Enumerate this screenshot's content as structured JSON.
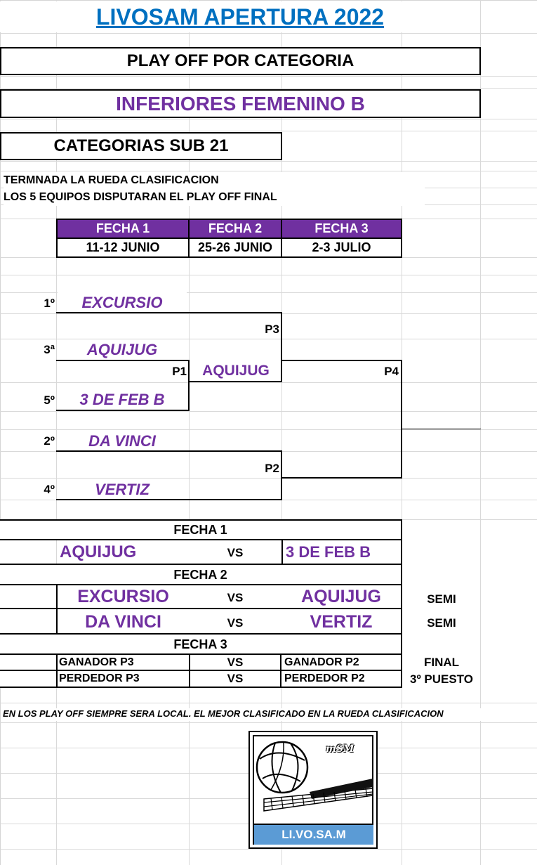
{
  "title": "LIVOSAM APERTURA 2022",
  "subtitle": "PLAY OFF POR CATEGORIA",
  "division": "INFERIORES FEMENINO B",
  "category": "CATEGORIAS SUB 21",
  "notes": [
    "TERMNADA LA RUEDA CLASIFICACION",
    "LOS 5 EQUIPOS DISPUTARAN EL PLAY OFF FINAL"
  ],
  "dates": {
    "headers": [
      "FECHA 1",
      "FECHA 2",
      "FECHA 3"
    ],
    "values": [
      "11-12 JUNIO",
      "25-26 JUNIO",
      "2-3 JULIO"
    ]
  },
  "bracket": {
    "seeds": [
      {
        "pos": "1º",
        "team": "EXCURSIO"
      },
      {
        "pos": "3ª",
        "team": "AQUIJUG"
      },
      {
        "pos": "5º",
        "team": "3 DE FEB B"
      },
      {
        "pos": "2º",
        "team": "DA VINCI"
      },
      {
        "pos": "4º",
        "team": "VERTIZ"
      }
    ],
    "p1": "P1",
    "p1_winner": "AQUIJUG",
    "p2": "P2",
    "p3": "P3",
    "p4": "P4"
  },
  "schedule": {
    "fecha1": {
      "label": "FECHA 1",
      "home": "AQUIJUG",
      "vs": "VS",
      "away": "3 DE FEB B"
    },
    "fecha2": {
      "label": "FECHA 2",
      "matches": [
        {
          "home": "EXCURSIO",
          "vs": "VS",
          "away": "AQUIJUG",
          "tag": "SEMI"
        },
        {
          "home": "DA VINCI",
          "vs": "VS",
          "away": "VERTIZ",
          "tag": "SEMI"
        }
      ]
    },
    "fecha3": {
      "label": "FECHA 3",
      "matches": [
        {
          "home": "GANADOR P3",
          "vs": "VS",
          "away": "GANADOR P2",
          "tag": "FINAL"
        },
        {
          "home": "PERDEDOR P3",
          "vs": "VS",
          "away": "PERDEDOR P2",
          "tag": "3º PUESTO"
        }
      ]
    }
  },
  "footer_note": "EN LOS PLAY OFF SIEMPRE SERA LOCAL. EL MEJOR CLASIFICADO EN LA RUEDA CLASIFICACION",
  "logo": {
    "top_text": "mSM",
    "bottom_text": "LI.VO.SA.M"
  },
  "colors": {
    "purple": "#7030a0",
    "title_blue": "#0070c0",
    "logo_blue": "#5b9bd5"
  }
}
